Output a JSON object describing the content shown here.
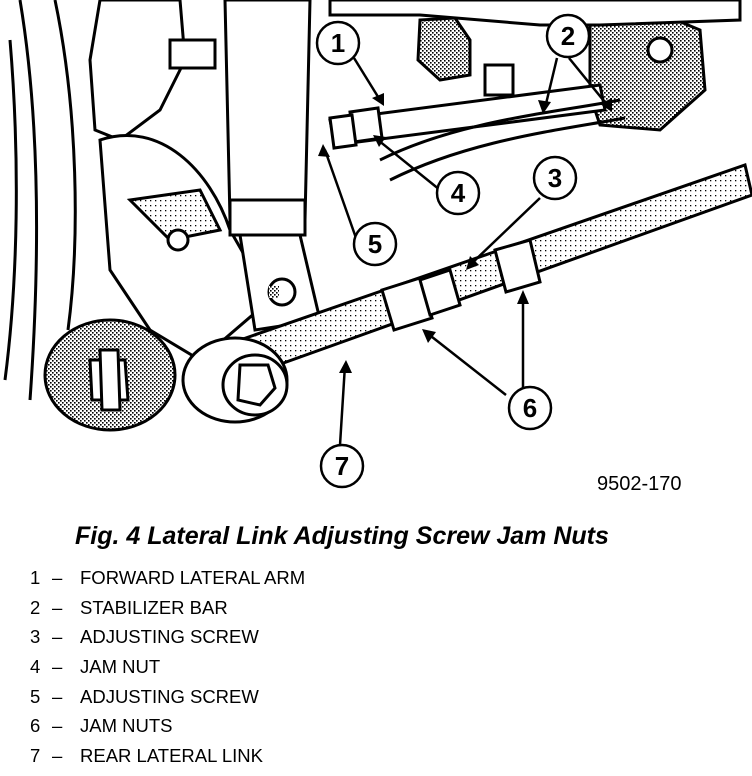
{
  "figure": {
    "callouts": [
      {
        "number": "1"
      },
      {
        "number": "2"
      },
      {
        "number": "3"
      },
      {
        "number": "4"
      },
      {
        "number": "5"
      },
      {
        "number": "6"
      },
      {
        "number": "7"
      }
    ],
    "drawing_id": "9502-170"
  },
  "caption": "Fig. 4 Lateral Link Adjusting Screw Jam Nuts",
  "legend": [
    {
      "number": "1",
      "separator": "–",
      "label": "FORWARD LATERAL ARM"
    },
    {
      "number": "2",
      "separator": "–",
      "label": "STABILIZER BAR"
    },
    {
      "number": "3",
      "separator": "–",
      "label": "ADJUSTING SCREW"
    },
    {
      "number": "4",
      "separator": "–",
      "label": "JAM NUT"
    },
    {
      "number": "5",
      "separator": "–",
      "label": "ADJUSTING SCREW"
    },
    {
      "number": "6",
      "separator": "–",
      "label": "JAM NUTS"
    },
    {
      "number": "7",
      "separator": "–",
      "label": "REAR LATERAL LINK"
    }
  ]
}
